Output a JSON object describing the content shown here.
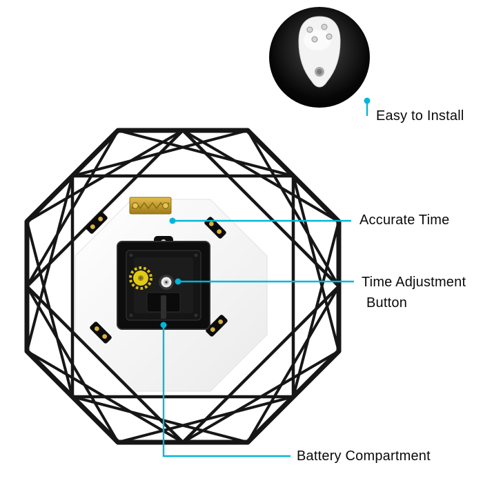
{
  "callouts": {
    "easy_to_install": "Easy to Install",
    "accurate_time": "Accurate Time",
    "time_adjustment_line1": "Time Adjustment",
    "time_adjustment_line2": "Button",
    "battery_compartment": "Battery Compartment"
  },
  "colors": {
    "callout_line": "#00b6d9",
    "frame_wire": "#161616",
    "back_panel": "#fbfbfb",
    "brass_bracket": "#c79f2e",
    "gear_yellow": "#ddc414",
    "inset_background": "#000000"
  }
}
